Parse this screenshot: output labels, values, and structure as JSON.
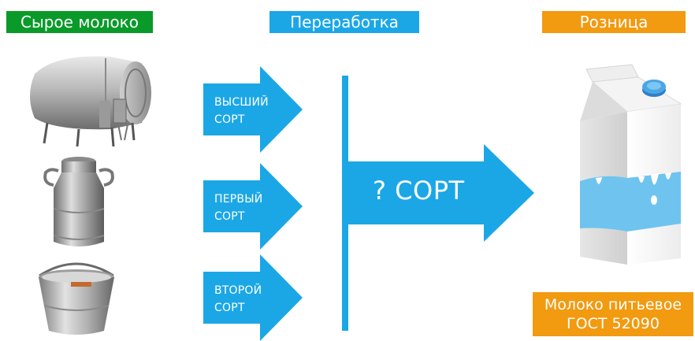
{
  "headers": {
    "raw_milk": "Сырое молоко",
    "processing": "Переработка",
    "retail": "Розница"
  },
  "grades": [
    {
      "line1": "ВЫСШИЙ",
      "line2": "СОРТ"
    },
    {
      "line1": "ПЕРВЫЙ",
      "line2": "СОРТ"
    },
    {
      "line1": "ВТОРОЙ",
      "line2": "СОРТ"
    }
  ],
  "result_label": "? СОРТ",
  "product": {
    "line1": "Молоко питьевое",
    "line2": "ГОСТ 52090"
  },
  "colors": {
    "raw_milk_header": "#0a9a2a",
    "processing": "#1ba7e6",
    "retail": "#f29a10",
    "carton_blue": "#6ec4ee"
  },
  "icons": {
    "row1": "milk-tank-icon",
    "row2": "milk-can-icon",
    "row3": "bucket-icon",
    "retail": "milk-carton-icon"
  }
}
